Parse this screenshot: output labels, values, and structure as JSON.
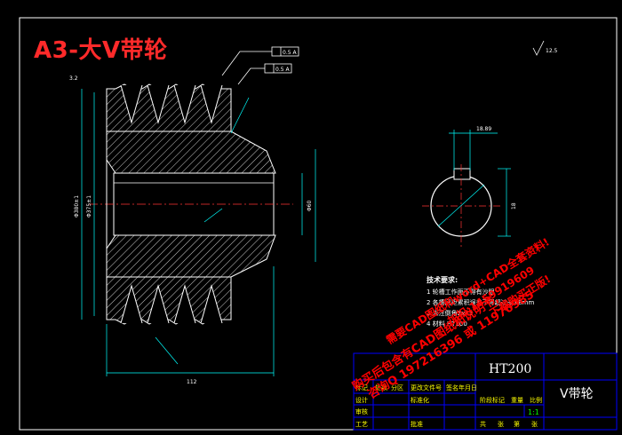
{
  "title": "A3-大V带轮",
  "material": "HT200",
  "part_name": "V带轮",
  "scale": "1:1",
  "tech_requirements": {
    "heading": "技术要求:",
    "lines": [
      "1  轮槽工作面不得有沙眼",
      "2  各槽间距累积误差不得超过±0.8mm",
      "3  未注倒角2x45",
      "4  材料   HT200"
    ]
  },
  "dimensions": {
    "bottom_width": "112",
    "shaft_hole_height": "Φ60",
    "outer_diameter": "Φ380±1",
    "pitch_diameter": "Φ375±1",
    "keyway_width": "18.89",
    "keyway_depth": "18",
    "roughness_main": "12.5",
    "roughness_side": "3.2",
    "tolerance_box_1": "0.5 A",
    "tolerance_box_2": "0.5 A"
  },
  "title_block": {
    "row1": [
      "标记",
      "处数",
      "分区",
      "更改文件号",
      "签名",
      "年月日"
    ],
    "row2": [
      "设计",
      "",
      "标准化"
    ],
    "row2_right": [
      "阶段标记",
      "重量",
      "比例"
    ],
    "row3": [
      "审核"
    ],
    "row4": [
      "工艺",
      "",
      "批准"
    ],
    "bottom": [
      "共",
      "张",
      "第",
      "张"
    ]
  },
  "watermark": {
    "line1": "购买后包含有CAD图纸和说明书,",
    "line2": "咨询Q 197216396 或 11970985",
    "line3": "需要CAD图纸和word+CAD全套资料!",
    "line4": "加扣:1459919609",
    "line5": "下载购买正版!"
  },
  "colors": {
    "line": "#ffffff",
    "dim": "#00ffff",
    "hatch": "#ffffff",
    "frame": "#0000ff",
    "title_red": "#ff2a2a",
    "watermark": "#ff0000",
    "block_text": "#ffff00",
    "scale_green": "#00ff00"
  }
}
